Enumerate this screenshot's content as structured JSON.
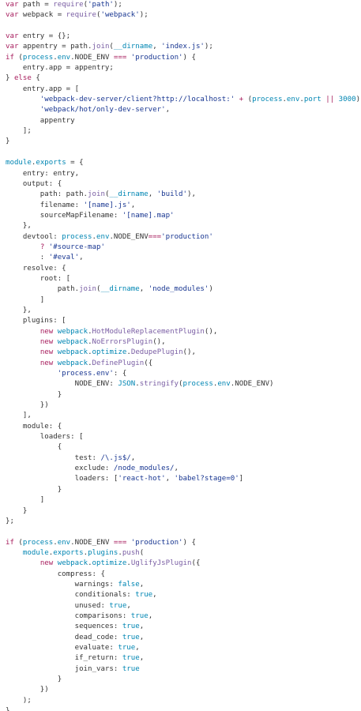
{
  "editor": {
    "language": "javascript",
    "lines": [
      [
        [
          "kw",
          "var"
        ],
        [
          "pl",
          " path = "
        ],
        [
          "fn",
          "require"
        ],
        [
          "pl",
          "("
        ],
        [
          "str",
          "'path'"
        ],
        [
          "pl",
          ");"
        ]
      ],
      [
        [
          "kw",
          "var"
        ],
        [
          "pl",
          " webpack = "
        ],
        [
          "fn",
          "require"
        ],
        [
          "pl",
          "("
        ],
        [
          "str",
          "'webpack'"
        ],
        [
          "pl",
          ");"
        ]
      ],
      [],
      [
        [
          "kw",
          "var"
        ],
        [
          "pl",
          " entry = {};"
        ]
      ],
      [
        [
          "kw",
          "var"
        ],
        [
          "pl",
          " appentry = path."
        ],
        [
          "fn",
          "join"
        ],
        [
          "pl",
          "("
        ],
        [
          "ob",
          "__dirname"
        ],
        [
          "pl",
          ", "
        ],
        [
          "str",
          "'index.js'"
        ],
        [
          "pl",
          ");"
        ]
      ],
      [
        [
          "kw",
          "if"
        ],
        [
          "pl",
          " ("
        ],
        [
          "ob",
          "process"
        ],
        [
          "pl",
          "."
        ],
        [
          "ob",
          "env"
        ],
        [
          "pl",
          ".NODE_ENV "
        ],
        [
          "op",
          "==="
        ],
        [
          "pl",
          " "
        ],
        [
          "str",
          "'production'"
        ],
        [
          "pl",
          ") {"
        ]
      ],
      [
        [
          "pl",
          "    entry.app = appentry;"
        ]
      ],
      [
        [
          "pl",
          "} "
        ],
        [
          "kw",
          "else"
        ],
        [
          "pl",
          " {"
        ]
      ],
      [
        [
          "pl",
          "    entry.app = ["
        ]
      ],
      [
        [
          "pl",
          "        "
        ],
        [
          "str",
          "'webpack-dev-server/client?http://localhost:'"
        ],
        [
          "pl",
          " "
        ],
        [
          "op",
          "+"
        ],
        [
          "pl",
          " ("
        ],
        [
          "ob",
          "process"
        ],
        [
          "pl",
          "."
        ],
        [
          "ob",
          "env"
        ],
        [
          "pl",
          "."
        ],
        [
          "ob",
          "port"
        ],
        [
          "pl",
          " "
        ],
        [
          "op",
          "||"
        ],
        [
          "pl",
          " "
        ],
        [
          "num",
          "3000"
        ],
        [
          "pl",
          "),"
        ]
      ],
      [
        [
          "pl",
          "        "
        ],
        [
          "str",
          "'webpack/hot/only-dev-server'"
        ],
        [
          "pl",
          ","
        ]
      ],
      [
        [
          "pl",
          "        appentry"
        ]
      ],
      [
        [
          "pl",
          "    ];"
        ]
      ],
      [
        [
          "pl",
          "}"
        ]
      ],
      [],
      [
        [
          "ob",
          "module"
        ],
        [
          "pl",
          "."
        ],
        [
          "ob",
          "exports"
        ],
        [
          "pl",
          " = {"
        ]
      ],
      [
        [
          "pl",
          "    entry: entry,"
        ]
      ],
      [
        [
          "pl",
          "    output: {"
        ]
      ],
      [
        [
          "pl",
          "        path: path."
        ],
        [
          "fn",
          "join"
        ],
        [
          "pl",
          "("
        ],
        [
          "ob",
          "__dirname"
        ],
        [
          "pl",
          ", "
        ],
        [
          "str",
          "'build'"
        ],
        [
          "pl",
          "),"
        ]
      ],
      [
        [
          "pl",
          "        filename: "
        ],
        [
          "str",
          "'[name].js'"
        ],
        [
          "pl",
          ","
        ]
      ],
      [
        [
          "pl",
          "        sourceMapFilename: "
        ],
        [
          "str",
          "'[name].map'"
        ]
      ],
      [
        [
          "pl",
          "    },"
        ]
      ],
      [
        [
          "pl",
          "    devtool: "
        ],
        [
          "ob",
          "process"
        ],
        [
          "pl",
          "."
        ],
        [
          "ob",
          "env"
        ],
        [
          "pl",
          ".NODE_ENV"
        ],
        [
          "op",
          "==="
        ],
        [
          "str",
          "'production'"
        ]
      ],
      [
        [
          "pl",
          "        "
        ],
        [
          "op",
          "?"
        ],
        [
          "pl",
          " "
        ],
        [
          "str",
          "'#source-map'"
        ]
      ],
      [
        [
          "pl",
          "        : "
        ],
        [
          "str",
          "'#eval'"
        ],
        [
          "pl",
          ","
        ]
      ],
      [
        [
          "pl",
          "    resolve: {"
        ]
      ],
      [
        [
          "pl",
          "        root: ["
        ]
      ],
      [
        [
          "pl",
          "            path."
        ],
        [
          "fn",
          "join"
        ],
        [
          "pl",
          "("
        ],
        [
          "ob",
          "__dirname"
        ],
        [
          "pl",
          ", "
        ],
        [
          "str",
          "'node_modules'"
        ],
        [
          "pl",
          ")"
        ]
      ],
      [
        [
          "pl",
          "        ]"
        ]
      ],
      [
        [
          "pl",
          "    },"
        ]
      ],
      [
        [
          "pl",
          "    plugins: ["
        ]
      ],
      [
        [
          "pl",
          "        "
        ],
        [
          "kw",
          "new"
        ],
        [
          "pl",
          " "
        ],
        [
          "ob",
          "webpack"
        ],
        [
          "pl",
          "."
        ],
        [
          "fn",
          "HotModuleReplacementPlugin"
        ],
        [
          "pl",
          "(),"
        ]
      ],
      [
        [
          "pl",
          "        "
        ],
        [
          "kw",
          "new"
        ],
        [
          "pl",
          " "
        ],
        [
          "ob",
          "webpack"
        ],
        [
          "pl",
          "."
        ],
        [
          "fn",
          "NoErrorsPlugin"
        ],
        [
          "pl",
          "(),"
        ]
      ],
      [
        [
          "pl",
          "        "
        ],
        [
          "kw",
          "new"
        ],
        [
          "pl",
          " "
        ],
        [
          "ob",
          "webpack"
        ],
        [
          "pl",
          "."
        ],
        [
          "ob",
          "optimize"
        ],
        [
          "pl",
          "."
        ],
        [
          "fn",
          "DedupePlugin"
        ],
        [
          "pl",
          "(),"
        ]
      ],
      [
        [
          "pl",
          "        "
        ],
        [
          "kw",
          "new"
        ],
        [
          "pl",
          " "
        ],
        [
          "ob",
          "webpack"
        ],
        [
          "pl",
          "."
        ],
        [
          "fn",
          "DefinePlugin"
        ],
        [
          "pl",
          "({"
        ]
      ],
      [
        [
          "pl",
          "            "
        ],
        [
          "str",
          "'process.env'"
        ],
        [
          "pl",
          ": {"
        ]
      ],
      [
        [
          "pl",
          "                NODE_ENV: "
        ],
        [
          "ob",
          "JSON"
        ],
        [
          "pl",
          "."
        ],
        [
          "fn",
          "stringify"
        ],
        [
          "pl",
          "("
        ],
        [
          "ob",
          "process"
        ],
        [
          "pl",
          "."
        ],
        [
          "ob",
          "env"
        ],
        [
          "pl",
          ".NODE_ENV)"
        ]
      ],
      [
        [
          "pl",
          "            }"
        ]
      ],
      [
        [
          "pl",
          "        })"
        ]
      ],
      [
        [
          "pl",
          "    ],"
        ]
      ],
      [
        [
          "pl",
          "    module: {"
        ]
      ],
      [
        [
          "pl",
          "        loaders: ["
        ]
      ],
      [
        [
          "pl",
          "            {"
        ]
      ],
      [
        [
          "pl",
          "                test: "
        ],
        [
          "str",
          "/\\.js$/"
        ],
        [
          "pl",
          ","
        ]
      ],
      [
        [
          "pl",
          "                exclude: "
        ],
        [
          "str",
          "/node_modules/"
        ],
        [
          "pl",
          ","
        ]
      ],
      [
        [
          "pl",
          "                loaders: ["
        ],
        [
          "str",
          "'react-hot'"
        ],
        [
          "pl",
          ", "
        ],
        [
          "str",
          "'babel?stage=0'"
        ],
        [
          "pl",
          "]"
        ]
      ],
      [
        [
          "pl",
          "            }"
        ]
      ],
      [
        [
          "pl",
          "        ]"
        ]
      ],
      [
        [
          "pl",
          "    }"
        ]
      ],
      [
        [
          "pl",
          "};"
        ]
      ],
      [],
      [
        [
          "kw",
          "if"
        ],
        [
          "pl",
          " ("
        ],
        [
          "ob",
          "process"
        ],
        [
          "pl",
          "."
        ],
        [
          "ob",
          "env"
        ],
        [
          "pl",
          ".NODE_ENV "
        ],
        [
          "op",
          "==="
        ],
        [
          "pl",
          " "
        ],
        [
          "str",
          "'production'"
        ],
        [
          "pl",
          ") {"
        ]
      ],
      [
        [
          "pl",
          "    "
        ],
        [
          "ob",
          "module"
        ],
        [
          "pl",
          "."
        ],
        [
          "ob",
          "exports"
        ],
        [
          "pl",
          "."
        ],
        [
          "ob",
          "plugins"
        ],
        [
          "pl",
          "."
        ],
        [
          "fn",
          "push"
        ],
        [
          "pl",
          "("
        ]
      ],
      [
        [
          "pl",
          "        "
        ],
        [
          "kw",
          "new"
        ],
        [
          "pl",
          " "
        ],
        [
          "ob",
          "webpack"
        ],
        [
          "pl",
          "."
        ],
        [
          "ob",
          "optimize"
        ],
        [
          "pl",
          "."
        ],
        [
          "fn",
          "UglifyJsPlugin"
        ],
        [
          "pl",
          "({"
        ]
      ],
      [
        [
          "pl",
          "            compress: {"
        ]
      ],
      [
        [
          "pl",
          "                warnings: "
        ],
        [
          "num",
          "false"
        ],
        [
          "pl",
          ","
        ]
      ],
      [
        [
          "pl",
          "                conditionals: "
        ],
        [
          "num",
          "true"
        ],
        [
          "pl",
          ","
        ]
      ],
      [
        [
          "pl",
          "                unused: "
        ],
        [
          "num",
          "true"
        ],
        [
          "pl",
          ","
        ]
      ],
      [
        [
          "pl",
          "                comparisons: "
        ],
        [
          "num",
          "true"
        ],
        [
          "pl",
          ","
        ]
      ],
      [
        [
          "pl",
          "                sequences: "
        ],
        [
          "num",
          "true"
        ],
        [
          "pl",
          ","
        ]
      ],
      [
        [
          "pl",
          "                dead_code: "
        ],
        [
          "num",
          "true"
        ],
        [
          "pl",
          ","
        ]
      ],
      [
        [
          "pl",
          "                evaluate: "
        ],
        [
          "num",
          "true"
        ],
        [
          "pl",
          ","
        ]
      ],
      [
        [
          "pl",
          "                if_return: "
        ],
        [
          "num",
          "true"
        ],
        [
          "pl",
          ","
        ]
      ],
      [
        [
          "pl",
          "                join_vars: "
        ],
        [
          "num",
          "true"
        ]
      ],
      [
        [
          "pl",
          "            }"
        ]
      ],
      [
        [
          "pl",
          "        })"
        ]
      ],
      [
        [
          "pl",
          "    );"
        ]
      ],
      [
        [
          "pl",
          "}"
        ]
      ]
    ]
  }
}
